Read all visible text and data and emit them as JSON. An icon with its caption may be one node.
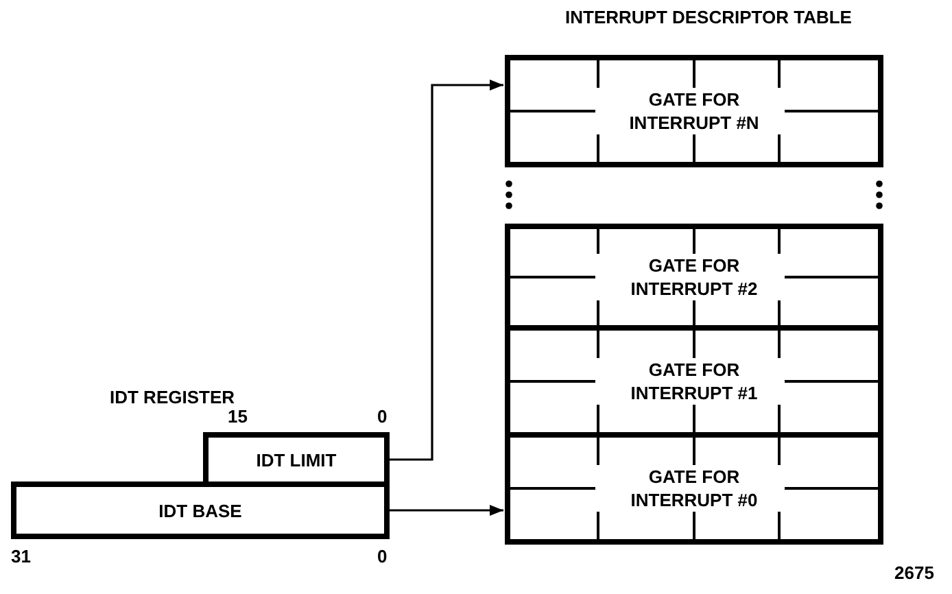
{
  "diagram": {
    "title": "INTERRUPT DESCRIPTOR TABLE",
    "nodes": [
      {
        "text": [
          "GATE FOR INTERRUPT #N"
        ]
      },
      {
        "text": [
          "GATE FOR INTERRUPT #2"
        ]
      },
      {
        "text": [
          "GATE FOR INTERRUPT #1"
        ]
      },
      {
        "text": [
          "GATE FOR INTERRUPT #0"
        ]
      },
      {
        "text": [
          "IDT LIMIT"
        ]
      },
      {
        "text": [
          "IDT BASE"
        ]
      }
    ],
    "edges": [
      {
        "from": 4,
        "to": 0,
        "arrow": "to"
      },
      {
        "from": 5,
        "to": 3,
        "arrow": "to"
      }
    ],
    "labels": [
      "IDT REGISTER",
      "15",
      "0",
      "31",
      "0",
      "2675"
    ]
  }
}
